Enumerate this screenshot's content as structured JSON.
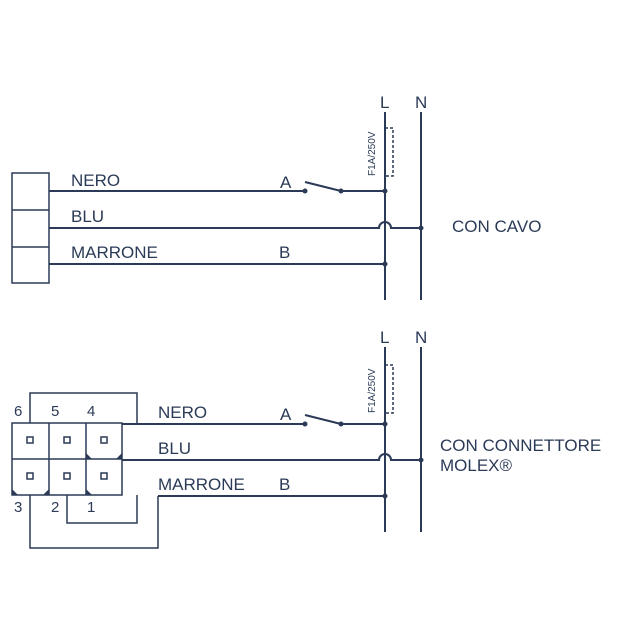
{
  "colors": {
    "ink": "#2b3a57",
    "background": "#ffffff"
  },
  "top": {
    "wire_1": "NERO",
    "wire_2": "BLU",
    "wire_3": "MARRONE",
    "switch_label": "A",
    "point_b": "B",
    "line_label": "L",
    "neutral_label": "N",
    "fuse_rating": "F1A/250V",
    "caption": "CON CAVO"
  },
  "bottom": {
    "wire_1": "NERO",
    "wire_2": "BLU",
    "wire_3": "MARRONE",
    "switch_label": "A",
    "point_b": "B",
    "line_label": "L",
    "neutral_label": "N",
    "fuse_rating": "F1A/250V",
    "caption_line1": "CON CONNETTORE",
    "caption_line2": "MOLEX®",
    "pins": [
      "6",
      "5",
      "4",
      "3",
      "2",
      "1"
    ]
  }
}
